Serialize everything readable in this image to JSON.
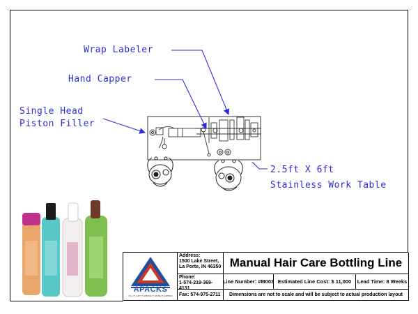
{
  "labels": {
    "wrap_labeler": "Wrap Labeler",
    "hand_capper": "Hand Capper",
    "single_head_line1": "Single Head",
    "single_head_line2": "Piston Filler",
    "table_line1": "2.5ft X 6ft",
    "table_line2": "Stainless Work Table"
  },
  "title_block": {
    "address_label": "Address:",
    "address_line1": "1500 Lake Street,",
    "address_line2": "La Porte, IN 46350",
    "phone_label": "Phone:",
    "phone_value": "1-574-219-369-4131",
    "fax": "Fax: 574-975-2711",
    "title": "Manual Hair Care Bottling Line",
    "line_number": "Line Number: #M003",
    "estimated_cost": "Estimated Line Cost: $ 11,000",
    "lead_time": "Lead Time: 8 Weeks",
    "disclaimer": "Dimensions are not to scale and will be subject to actual production layout",
    "logo_text": "APACKS",
    "logo_tagline": "FILL IT, CAP IT, ENDIVE IT, MAKE IT HAPPEN"
  },
  "colors": {
    "cad_blue": "#2d2dd8",
    "logo_red": "#c0392b",
    "logo_blue": "#1f4e9c"
  }
}
